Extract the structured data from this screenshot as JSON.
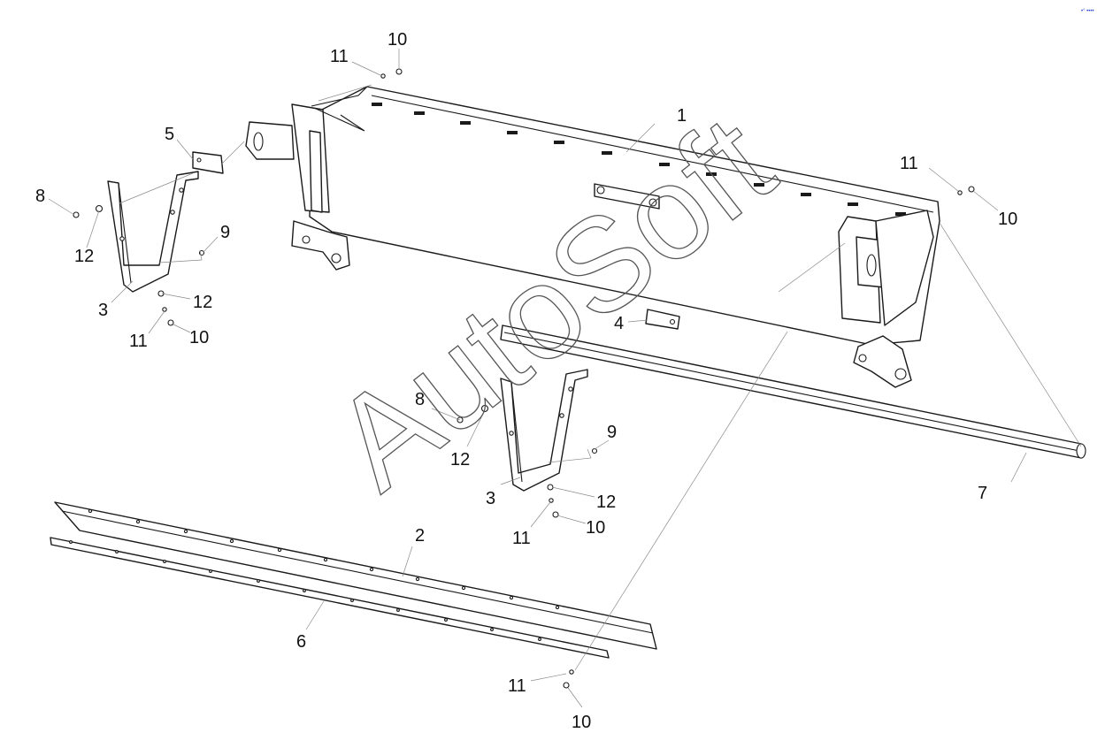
{
  "watermark": "AutoSoft",
  "corner_mark": "•° ••••",
  "callouts": {
    "c1": "1",
    "c2": "2",
    "c3a": "3",
    "c3b": "3",
    "c4": "4",
    "c5": "5",
    "c6": "6",
    "c7": "7",
    "c8a": "8",
    "c8b": "8",
    "c9a": "9",
    "c9b": "9",
    "c10a": "10",
    "c10b": "10",
    "c10c": "10",
    "c10d": "10",
    "c10e": "10",
    "c11a": "11",
    "c11b": "11",
    "c11c": "11",
    "c11d": "11",
    "c11e": "11",
    "c12a": "12",
    "c12b": "12",
    "c12c": "12",
    "c12d": "12"
  },
  "colors": {
    "line": "#1a1a1a",
    "leader": "#8a8a8a",
    "watermark": "#555555",
    "corner": "#1f3fd0"
  }
}
